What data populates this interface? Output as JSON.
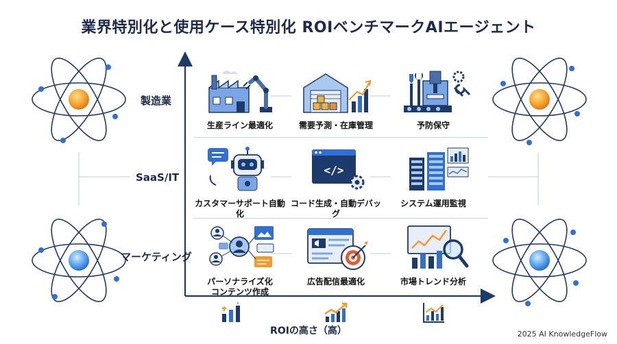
{
  "title": "業界特別化と使用ケース特別化 ROIベンチマークAIエージェント",
  "rows": [
    {
      "label": "製造業",
      "cells": [
        "生産ライン最適化",
        "需要予測・在庫管理",
        "予防保守"
      ]
    },
    {
      "label": "SaaS/IT",
      "cells": [
        "カスタマーサポート自動化",
        "コード生成・自動デバッグ",
        "システム運用監視"
      ]
    },
    {
      "label": "マーケティング",
      "cells": [
        "パーソナライズ化\nコンテンツ作成",
        "広告配信最適化",
        "市場トレンド分析"
      ]
    }
  ],
  "x_axis_label": "ROIの高さ（高）",
  "credit": "2025 AI KnowledgeFlow",
  "colors": {
    "navy": "#1c3a6b",
    "blue": "#2f6fd6",
    "light_blue": "#a9c8f0",
    "orange": "#f39a2b"
  }
}
